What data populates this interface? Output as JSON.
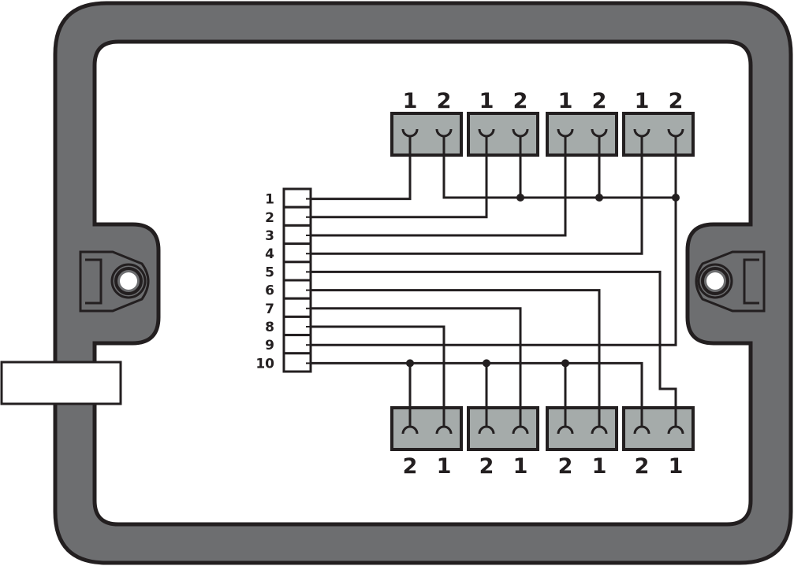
{
  "diagram": {
    "title": "",
    "colors": {
      "housing": "#6d6e70",
      "outline": "#231f20",
      "connector_fill": "#a5abaa",
      "background": "#ffffff"
    },
    "terminal_block": {
      "labels": [
        "1",
        "2",
        "3",
        "4",
        "5",
        "6",
        "7",
        "8",
        "9",
        "10"
      ]
    },
    "top_connectors": [
      {
        "id": "top-1",
        "pin_labels": [
          "1",
          "2"
        ]
      },
      {
        "id": "top-2",
        "pin_labels": [
          "1",
          "2"
        ]
      },
      {
        "id": "top-3",
        "pin_labels": [
          "1",
          "2"
        ]
      },
      {
        "id": "top-4",
        "pin_labels": [
          "1",
          "2"
        ]
      }
    ],
    "bottom_connectors": [
      {
        "id": "bottom-1",
        "pin_labels": [
          "2",
          "1"
        ]
      },
      {
        "id": "bottom-2",
        "pin_labels": [
          "2",
          "1"
        ]
      },
      {
        "id": "bottom-3",
        "pin_labels": [
          "2",
          "1"
        ]
      },
      {
        "id": "bottom-4",
        "pin_labels": [
          "2",
          "1"
        ]
      }
    ],
    "wiring": [
      {
        "terminal": "1",
        "to": "top-1 pin 1"
      },
      {
        "terminal": "2",
        "to": "top-2 pin 1"
      },
      {
        "terminal": "3",
        "to": "top-3 pin 1"
      },
      {
        "terminal": "4",
        "to": "top-4 pin 1"
      },
      {
        "terminal": "5",
        "to": "bottom-4 pin 1"
      },
      {
        "terminal": "6",
        "to": "bottom-3 pin 1"
      },
      {
        "terminal": "7",
        "to": "bottom-2 pin 1"
      },
      {
        "terminal": "8",
        "to": "bottom-1 pin 1"
      },
      {
        "terminal": "9",
        "to": "top-1..4 pin 2 (common bus)"
      },
      {
        "terminal": "10",
        "to": "bottom-1..4 pin 2 (common bus)"
      }
    ]
  }
}
